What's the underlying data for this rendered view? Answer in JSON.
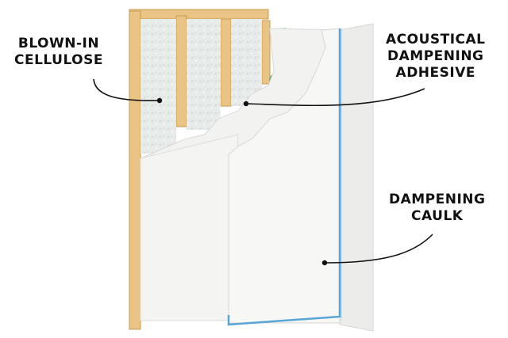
{
  "labels": {
    "cellulose": [
      "BLOWN-IN",
      "CELLULOSE"
    ],
    "adhesive": [
      "ACOUSTICAL",
      "DAMPENING",
      "ADHESIVE"
    ],
    "caulk": [
      "DAMPENING",
      "CAULK"
    ]
  },
  "colors": {
    "stud": "#e9c485",
    "stud_edge": "#c99a4f",
    "insulation": "#e7ebea",
    "drywall": "#f4f4f3",
    "drywall_edge": "#d9d9d7",
    "adhesive": "#8fcf9c",
    "caulk": "#5aa5d8",
    "leader": "#111111"
  }
}
